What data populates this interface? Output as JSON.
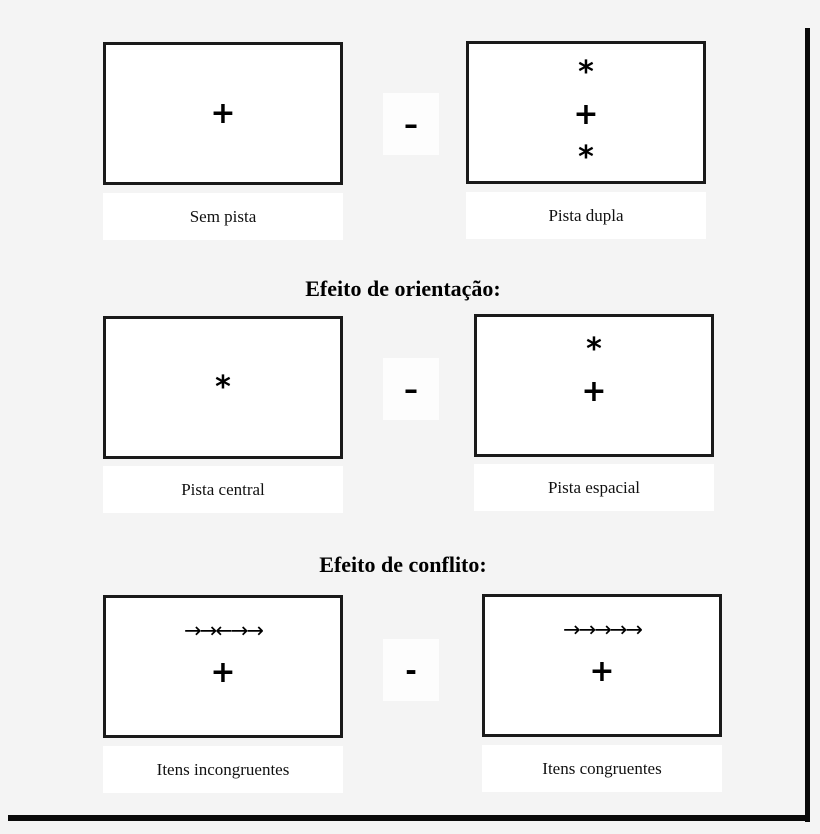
{
  "figure": {
    "background_color": "#f4f4f4",
    "frame_color": "#0a0a0a"
  },
  "rows": [
    {
      "id": "alerting",
      "heading": null,
      "operator": "–",
      "left": {
        "caption": "Sem pista",
        "glyphs": [
          {
            "symbol": "+",
            "kind": "plus",
            "x": 50,
            "y": 50
          }
        ]
      },
      "right": {
        "caption": "Pista dupla",
        "glyphs": [
          {
            "symbol": "*",
            "kind": "star",
            "x": 50,
            "y": 21
          },
          {
            "symbol": "+",
            "kind": "plus",
            "x": 50,
            "y": 52
          },
          {
            "symbol": "*",
            "kind": "star",
            "x": 50,
            "y": 83
          }
        ]
      }
    },
    {
      "id": "orienting",
      "heading": "Efeito de orientação:",
      "operator": "–",
      "left": {
        "caption": "Pista central",
        "glyphs": [
          {
            "symbol": "*",
            "kind": "star",
            "x": 50,
            "y": 50
          }
        ]
      },
      "right": {
        "caption": "Pista espacial",
        "glyphs": [
          {
            "symbol": "*",
            "kind": "star",
            "x": 50,
            "y": 24
          },
          {
            "symbol": "+",
            "kind": "plus",
            "x": 50,
            "y": 55
          }
        ]
      }
    },
    {
      "id": "conflict",
      "heading": "Efeito de conflito:",
      "operator": "-",
      "left": {
        "caption": "Itens incongruentes",
        "glyphs": [
          {
            "symbol": "→→←→→",
            "kind": "arrows",
            "x": 50,
            "y": 24
          },
          {
            "symbol": "+",
            "kind": "plus",
            "x": 50,
            "y": 55
          }
        ]
      },
      "right": {
        "caption": "Itens congruentes",
        "glyphs": [
          {
            "symbol": "→→→→→",
            "kind": "arrows",
            "x": 50,
            "y": 24
          },
          {
            "symbol": "+",
            "kind": "plus",
            "x": 50,
            "y": 55
          }
        ]
      }
    }
  ]
}
